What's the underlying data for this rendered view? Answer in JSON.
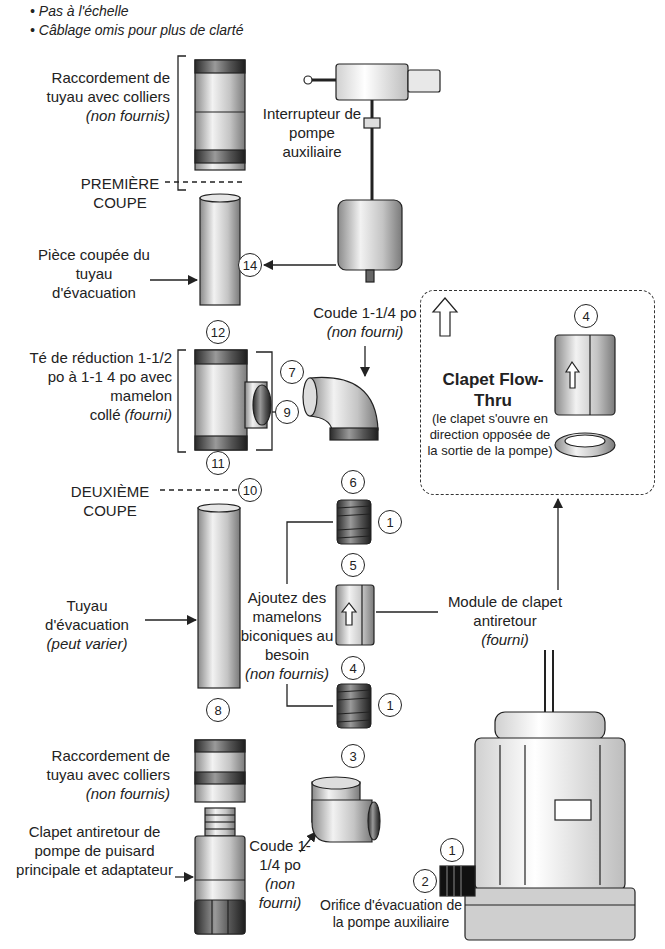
{
  "diagram": {
    "nodes": [
      {
        "text": [
          "Clapet Flow-Thru",
          "(le clapet s'ouvre en direction opposée de la sortie de la pompe)",
          "4"
        ]
      }
    ],
    "labels": [
      "• Pas à l'échelle",
      "• Câblage omis pour plus de clarté",
      "Raccordement de tuyau avec colliers",
      "(non fournis)",
      "PREMIÈRE COUPE",
      "Interrupteur de pompe auxiliaire",
      "14",
      "Pièce coupée du tuyau d'évacuation",
      "12",
      "Coude 1-1/4 po",
      "(non fourni)",
      "Té de réduction 1-1/2 po à 1-1 4 po avec mamelon collé",
      "(fourni)",
      "9",
      "7",
      "11",
      "DEUXIÈME COUPE",
      "10",
      "6",
      "1",
      "5",
      "Module de clapet antiretour",
      "(fourni)",
      "Ajoutez des mamelons biconiques au besoin",
      "(non fournis)",
      "Tuyau d'évacuation",
      "(peut varier)",
      "4",
      "1",
      "8",
      "3",
      "Raccordement de tuyau avec colliers",
      "(non fournis)",
      "Coude 1-1/4 po",
      "(non fourni)",
      "1",
      "Clapet antiretour de pompe de puisard principale et adaptateur",
      "2",
      "Orifice d'évacuation de la pompe auxiliaire"
    ]
  }
}
